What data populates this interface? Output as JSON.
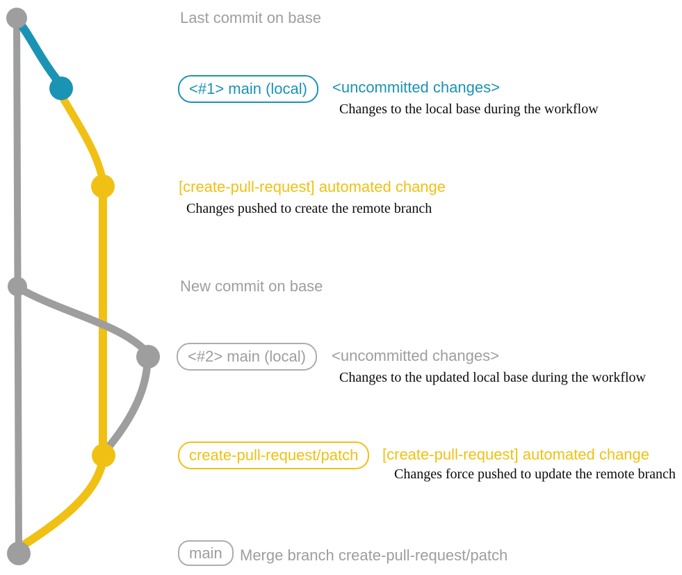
{
  "colors": {
    "gray": "#9e9e9e",
    "gray_border": "#adadad",
    "blue": "#1b93b4",
    "yellow": "#f0c114",
    "description_text": "#0b0b0b"
  },
  "rows": {
    "last_commit": {
      "label": "Last commit on base"
    },
    "commit1": {
      "badge": "<#1> main (local)",
      "status": "<uncommitted changes>",
      "description": "Changes to the local base during the workflow"
    },
    "auto_change1": {
      "label": "[create-pull-request] automated change",
      "description": "Changes pushed to create the remote branch"
    },
    "new_commit": {
      "label": "New commit on base"
    },
    "commit2": {
      "badge": "<#2> main (local)",
      "status": "<uncommitted changes>",
      "description": "Changes to the updated local base during the workflow"
    },
    "auto_change2": {
      "badge": "create-pull-request/patch",
      "label": "[create-pull-request] automated change",
      "description": "Changes force pushed to update the remote branch"
    },
    "merge": {
      "badge": "main",
      "label": "Merge branch create-pull-request/patch"
    }
  },
  "graph": {
    "nodes": [
      "last-commit-on-base",
      "main-local-1",
      "remote-branch-created",
      "new-commit-on-base",
      "main-local-2",
      "remote-branch-updated",
      "merge-commit"
    ]
  }
}
